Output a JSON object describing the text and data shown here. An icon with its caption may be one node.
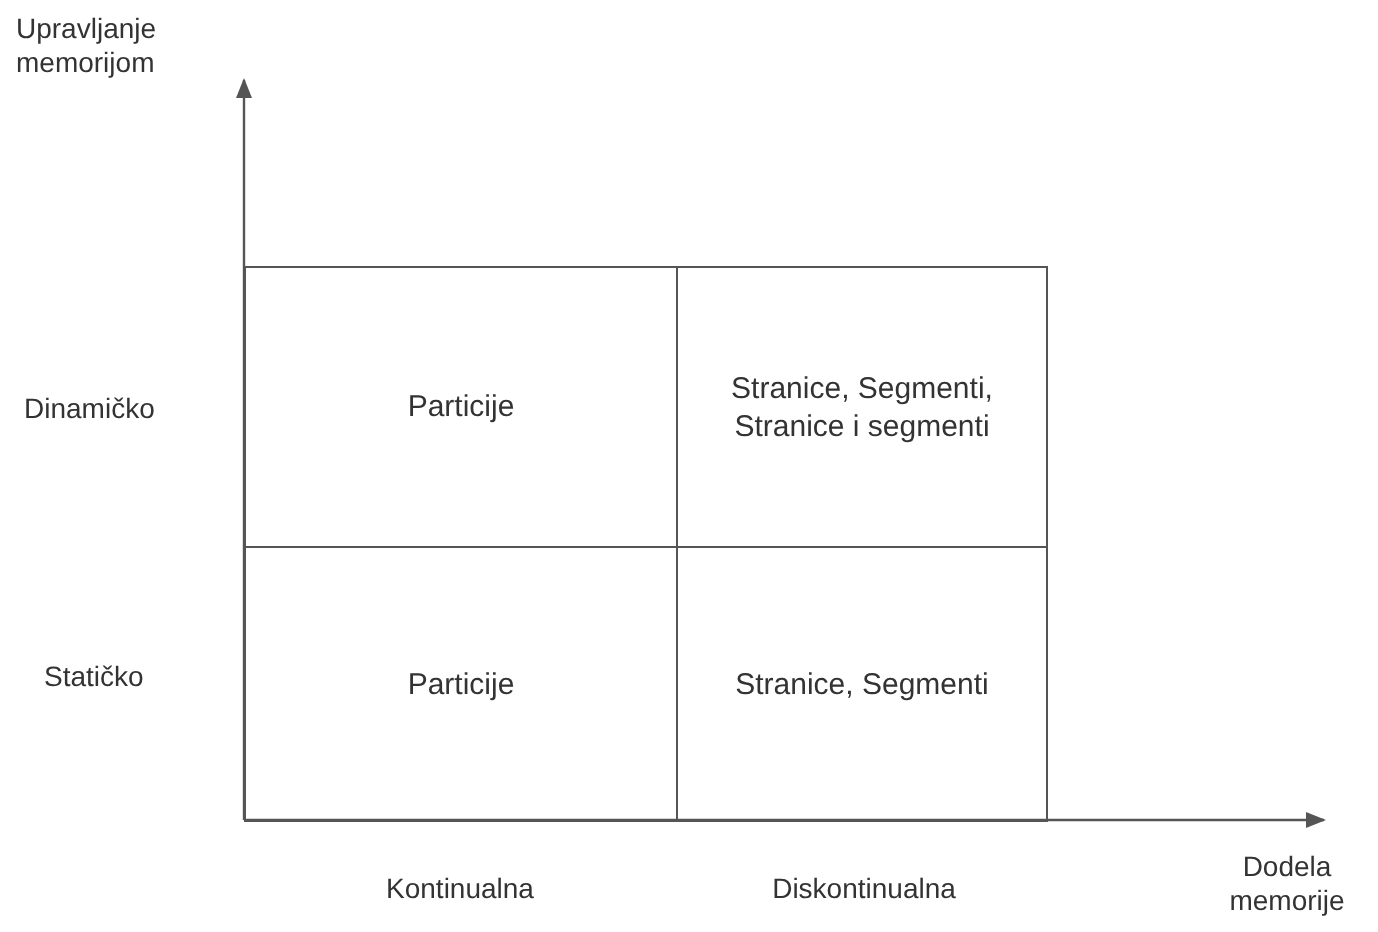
{
  "diagram": {
    "nodes": [
      {
        "text": [
          "Particije"
        ]
      },
      {
        "text": [
          "Stranice, Segmenti, Stranice i segmenti"
        ]
      },
      {
        "text": [
          "Particije"
        ]
      },
      {
        "text": [
          "Stranice, Segmenti"
        ]
      }
    ],
    "labels": [
      "Upravljanje memorijom",
      "Dinamičko",
      "Statičko",
      "Kontinualna",
      "Diskontinualna",
      "Dodela memorije"
    ]
  }
}
